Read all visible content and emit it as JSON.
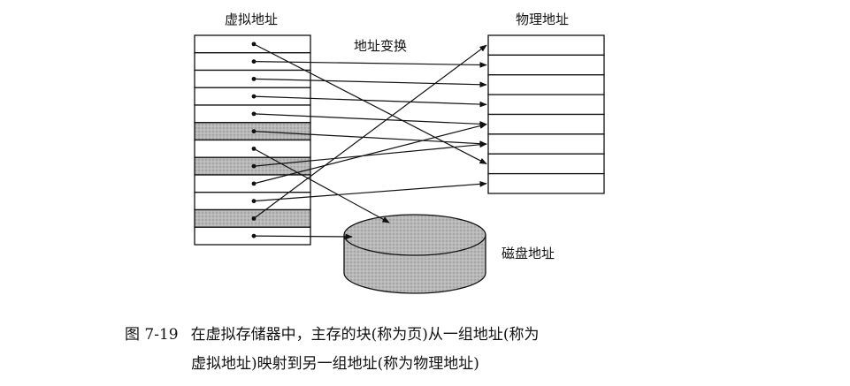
{
  "diagram": {
    "virtual_label": "虚拟地址",
    "physical_label": "物理地址",
    "translation_label": "地址变换",
    "disk_label": "磁盘地址",
    "virtual_page_count": 12,
    "physical_page_count": 8,
    "shaded_virtual_pages": [
      6,
      8,
      11
    ],
    "mappings": [
      {
        "from_virtual": 1,
        "to_physical": 7
      },
      {
        "from_virtual": 2,
        "to_physical": 2
      },
      {
        "from_virtual": 3,
        "to_physical": 3
      },
      {
        "from_virtual": 4,
        "to_physical": 4
      },
      {
        "from_virtual": 5,
        "to_physical": 5
      },
      {
        "from_virtual": 6,
        "to_physical": 6
      },
      {
        "from_virtual": 7,
        "to_disk": true
      },
      {
        "from_virtual": 8,
        "to_physical": 6
      },
      {
        "from_virtual": 9,
        "to_physical": 5
      },
      {
        "from_virtual": 10,
        "to_physical": 8
      },
      {
        "from_virtual": 11,
        "to_physical": 1
      },
      {
        "from_virtual": 12,
        "to_disk": true
      }
    ]
  },
  "caption": {
    "number": "图 7-19",
    "line1": "在虚拟存储器中，主存的块(称为页)从一组地址(称为",
    "line2": "虚拟地址)映射到另一组地址(称为物理地址)"
  }
}
